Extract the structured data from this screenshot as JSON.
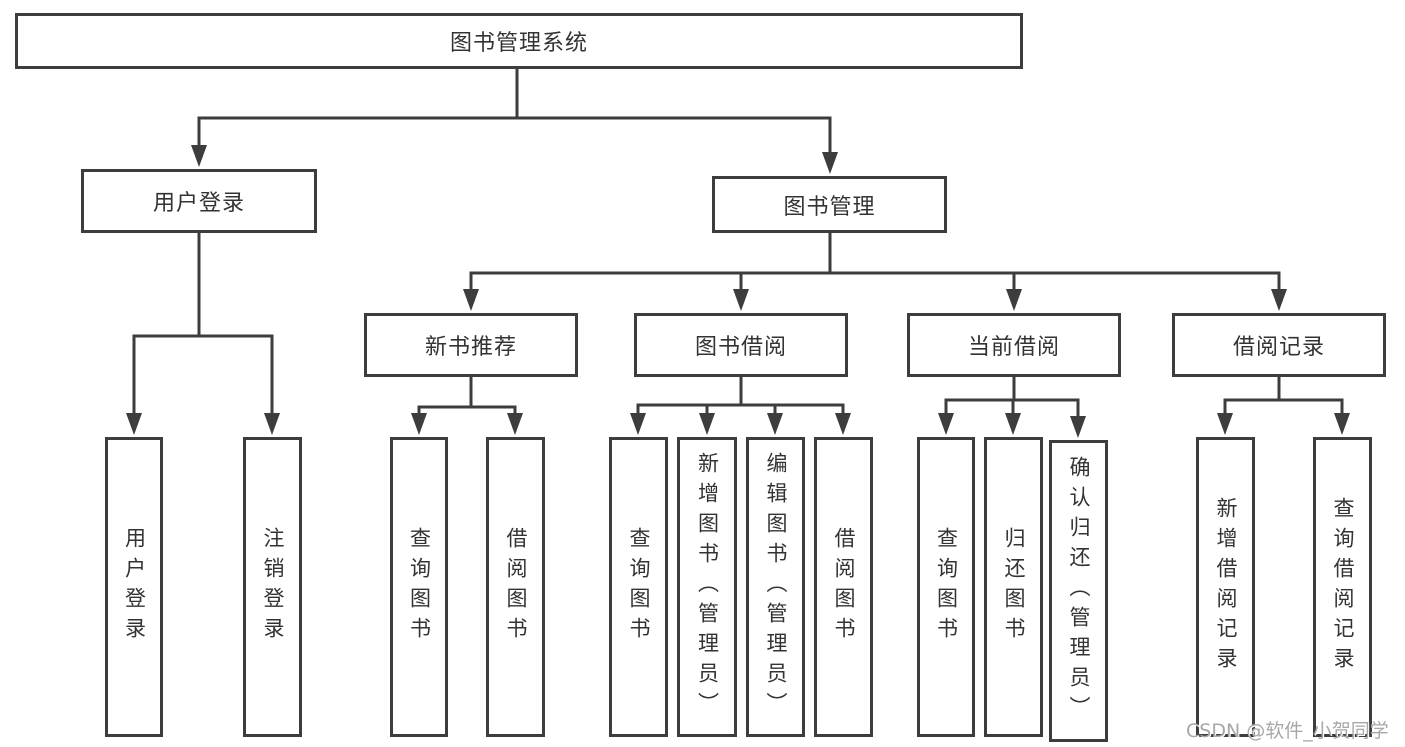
{
  "colors": {
    "line": "#3d3d3d",
    "text": "#333333",
    "watermark": "#a8a8a8",
    "background": "#ffffff"
  },
  "watermark": {
    "text": "CSDN @软件_小贺同学"
  },
  "root": {
    "label": "图书管理系统",
    "children": [
      {
        "label": "用户登录",
        "children": [
          {
            "label": "用户登录"
          },
          {
            "label": "注销登录"
          }
        ]
      },
      {
        "label": "图书管理",
        "children": [
          {
            "label": "新书推荐",
            "children": [
              {
                "label": "查询图书"
              },
              {
                "label": "借阅图书"
              }
            ]
          },
          {
            "label": "图书借阅",
            "children": [
              {
                "label": "查询图书"
              },
              {
                "label": "新增图书（管理员）"
              },
              {
                "label": "编辑图书（管理员）"
              },
              {
                "label": "借阅图书"
              }
            ]
          },
          {
            "label": "当前借阅",
            "children": [
              {
                "label": "查询图书"
              },
              {
                "label": "归还图书"
              },
              {
                "label": "确认归还（管理员）"
              }
            ]
          },
          {
            "label": "借阅记录",
            "children": [
              {
                "label": "新增借阅记录"
              },
              {
                "label": "查询借阅记录"
              }
            ]
          }
        ]
      }
    ]
  }
}
